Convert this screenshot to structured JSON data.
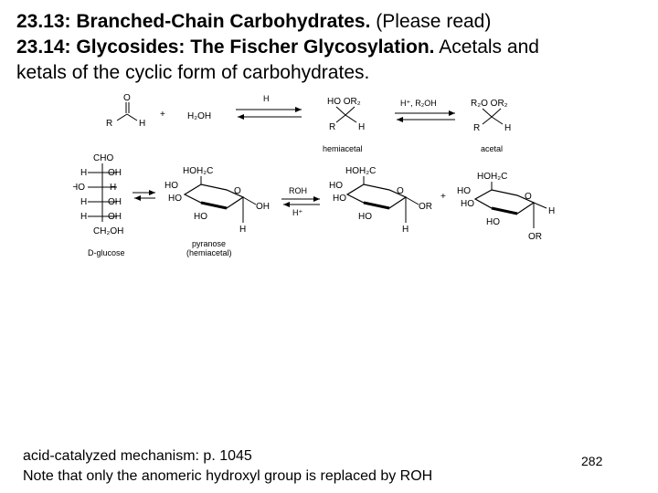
{
  "title": {
    "line1_bold": "23.13:  Branched-Chain Carbohydrates.",
    "line1_rest": "  (Please read)",
    "line2_bold": "23.14: Glycosides:  The Fischer Glycosylation.",
    "line2_rest": " Acetals and",
    "line3": "ketals of the cyclic form of carbohydrates."
  },
  "scheme": {
    "carbonyl_O": "O",
    "carbonyl_R": "R",
    "carbonyl_H": "H",
    "plus_left": "+",
    "reagent_water": "H₂OH",
    "arrow1_top": "H",
    "hemiacetal_top": "HO   OR₂",
    "hemiacetal_R": "R",
    "hemiacetal_H": "H",
    "hemiacetal_label": "hemiacetal",
    "arrow2_top": "H⁺, R₂OH",
    "acetal_top": "R₂O   OR₂",
    "acetal_R": "R",
    "acetal_H": "H",
    "acetal_label": "acetal",
    "fischer_rows": [
      "CHO",
      "OH",
      "HO",
      "OH",
      "OH",
      "CH₂OH"
    ],
    "fischer_left": [
      "H",
      "HO",
      "H",
      "H"
    ],
    "fischer_label": "D-glucose",
    "pyranose_hoh2c": "HOH₂C",
    "pyranose_ho1": "HO",
    "pyranose_ho2": "HO",
    "pyranose_o": "O",
    "pyranose_ho3": "HO",
    "pyranose_oh": "OH",
    "pyranose_h": "H",
    "pyranose_label1": "pyranose",
    "pyranose_label2": "(hemiacetal)",
    "arrow3_top": "ROH",
    "arrow3_bottom": "H⁺",
    "gly1_hoh2c": "HOH₂C",
    "gly1_ho1": "HO",
    "gly1_ho2": "HO",
    "gly1_o": "O",
    "gly1_or": "OR",
    "gly1_ho3": "HO",
    "gly1_h": "H",
    "plus_right": "+",
    "gly2_hoh2c": "HOH₂C",
    "gly2_ho1": "HO",
    "gly2_ho2": "HO",
    "gly2_o": "O",
    "gly2_h": "H",
    "gly2_ho3": "HO",
    "gly2_or": "OR"
  },
  "footer": {
    "line1": "acid-catalyzed mechanism: p. 1045",
    "line2": "Note that only the anomeric hydroxyl group is replaced by ROH"
  },
  "page_number": "282"
}
